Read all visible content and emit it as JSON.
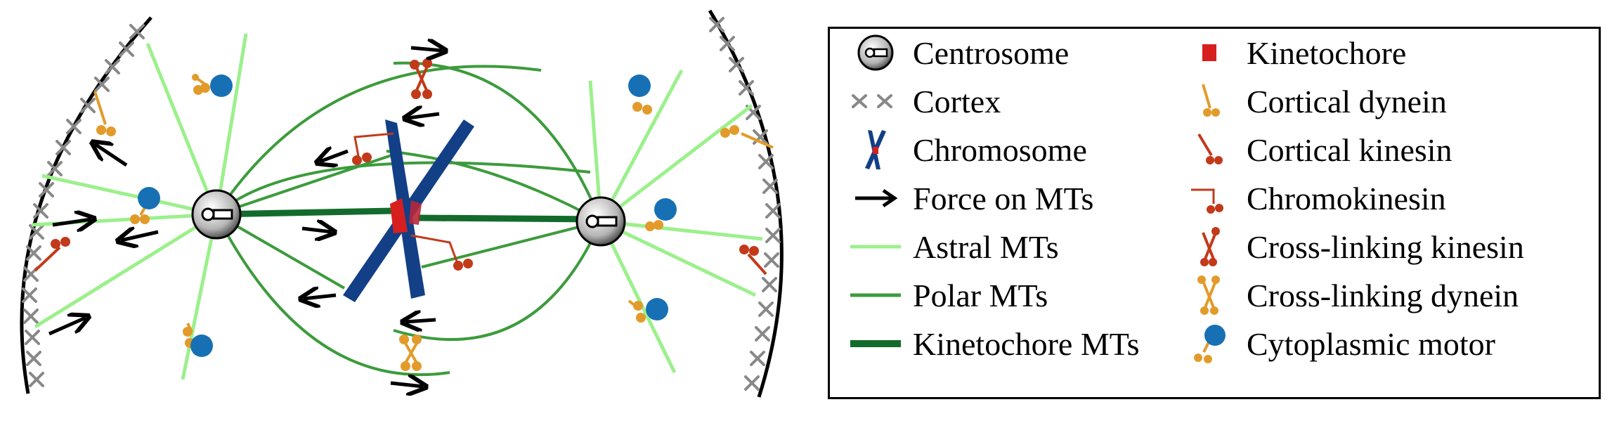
{
  "colors": {
    "cortex": "#888888",
    "astral": "#9cf08c",
    "polar": "#3c9b3c",
    "kinetochore_mt": "#136b2b",
    "chromosome": "#123f86",
    "kinetochore": "#d71f1f",
    "dynein": "#e29b2b",
    "kinesin": "#c23a1a",
    "cyto_motor": "#1770b4",
    "force": "#000000"
  },
  "legend": {
    "left_column": [
      {
        "icon": "centrosome-icon",
        "label": "Centrosome"
      },
      {
        "icon": "cortex-icon",
        "label": "Cortex"
      },
      {
        "icon": "chromosome-icon",
        "label": "Chromosome"
      },
      {
        "icon": "force-arrow-icon",
        "label": "Force on MTs"
      },
      {
        "icon": "astral-mt-icon",
        "label": "Astral MTs"
      },
      {
        "icon": "polar-mt-icon",
        "label": "Polar MTs"
      },
      {
        "icon": "kinetochore-mt-icon",
        "label": "Kinetochore MTs"
      }
    ],
    "right_column": [
      {
        "icon": "kinetochore-icon",
        "label": "Kinetochore"
      },
      {
        "icon": "cortical-dynein-icon",
        "label": "Cortical dynein"
      },
      {
        "icon": "cortical-kinesin-icon",
        "label": "Cortical kinesin"
      },
      {
        "icon": "chromokinesin-icon",
        "label": "Chromokinesin"
      },
      {
        "icon": "cross-linking-kinesin-icon",
        "label": "Cross-linking kinesin"
      },
      {
        "icon": "cross-linking-dynein-icon",
        "label": "Cross-linking dynein"
      },
      {
        "icon": "cytoplasmic-motor-icon",
        "label": "Cytoplasmic motor"
      }
    ]
  }
}
